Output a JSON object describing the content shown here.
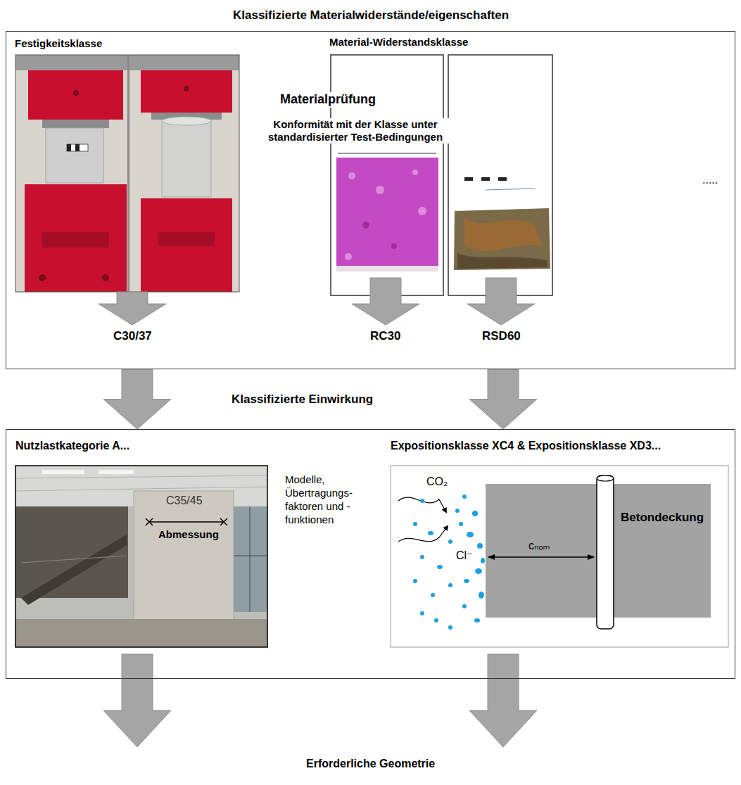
{
  "diagram": {
    "title": "Klassifizierte Materialwiderstände/eigenschaften",
    "nodes": [
      {
        "text": [
          "Festigkeitsklasse",
          "Material-Widerstandsklasse"
        ]
      },
      {
        "text": [
          "Nutzlastkategorie A...",
          "Expositionsklasse XC4 & Expositionsklasse XD3..."
        ]
      }
    ],
    "edges": [
      {
        "from": 0,
        "to": 1,
        "arrow": "to"
      },
      {
        "from": 0,
        "to": 1,
        "arrow": "to"
      }
    ],
    "labels": [
      "Materialprüfung",
      "Konformität mit der Klasse unter standardisierter Test-Bedingungen",
      ".....",
      "C30/37",
      "RC30",
      "RSD60",
      "Klassifizierte Einwirkung",
      "C35/45",
      "Abmessung",
      "Modelle, Übertragungs- faktoren und -funktionen",
      "CO₂",
      "Cl⁻",
      "Betondeckung",
      "cₙₒₘ",
      "Erforderliche Geometrie"
    ]
  }
}
